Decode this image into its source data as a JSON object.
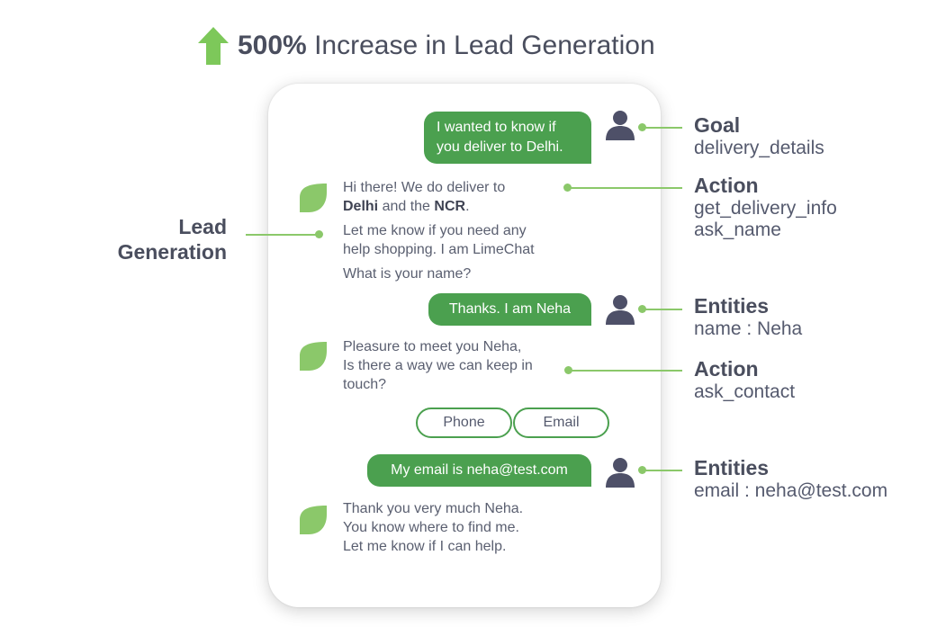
{
  "header": {
    "bold": "500%",
    "rest": " Increase in Lead Generation"
  },
  "chat": {
    "user1": [
      "I wanted to know if",
      "you deliver to Delhi."
    ],
    "bot1": {
      "line1": "Hi there! We do deliver to",
      "line2_bold1": "Delhi",
      "line2_mid": " and the ",
      "line2_bold2": "NCR",
      "line2_end": ".",
      "line3": "Let me know if you need any",
      "line4": "help shopping. I am LimeChat",
      "line5": "What is your name?"
    },
    "user2": "Thanks. I am Neha",
    "bot2": [
      "Pleasure to meet you Neha,",
      "Is there a way we can keep in",
      "touch?"
    ],
    "quick_replies": [
      "Phone",
      "Email"
    ],
    "user3": "My email is neha@test.com",
    "bot3": [
      "Thank you very much Neha.",
      "You know where to find me.",
      "Let me know if I can help."
    ]
  },
  "annotations": {
    "lead": [
      "Lead",
      "Generation"
    ],
    "goal": {
      "title": "Goal",
      "values": [
        "delivery_details"
      ]
    },
    "action1": {
      "title": "Action",
      "values": [
        "get_delivery_info",
        "ask_name"
      ]
    },
    "entities1": {
      "title": "Entities",
      "values": [
        "name : Neha"
      ]
    },
    "action2": {
      "title": "Action",
      "values": [
        "ask_contact"
      ]
    },
    "entities2": {
      "title": "Entities",
      "values": [
        "email : neha@test.com"
      ]
    }
  },
  "colors": {
    "bubble": "#4ba04f",
    "connector": "#8bc86a",
    "arrow": "#7dc85a",
    "leaf": "#8bc86a",
    "avatar": "#4e5068"
  },
  "icons": {
    "headline": "up-arrow-icon",
    "user": "user-avatar-icon",
    "bot": "leaf-logo-icon"
  }
}
